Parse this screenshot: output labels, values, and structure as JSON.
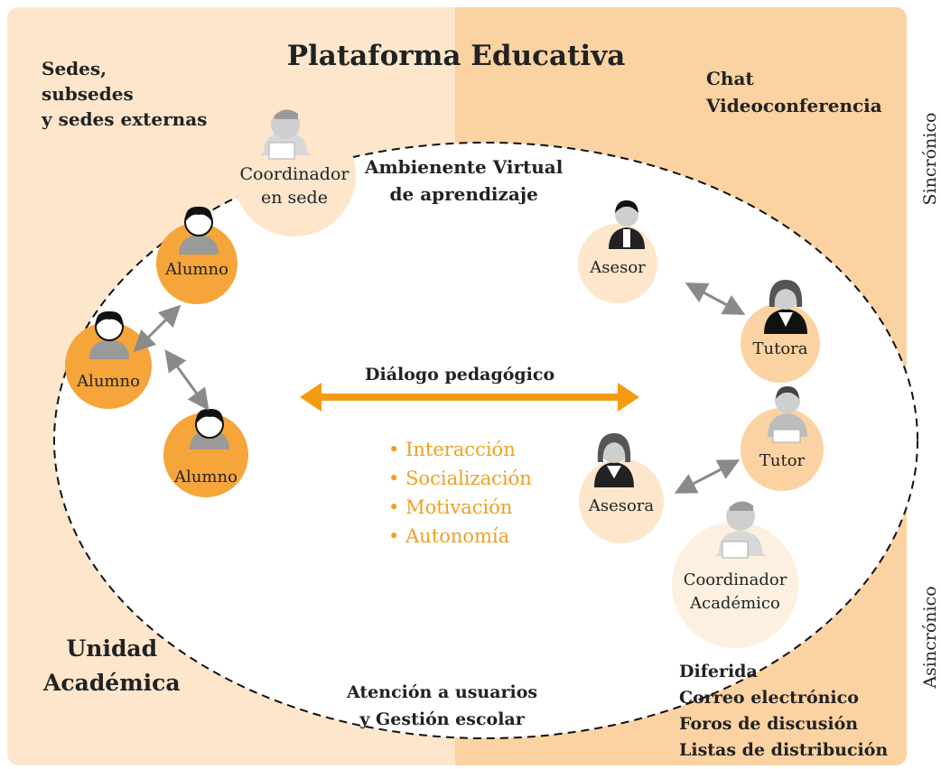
{
  "title": "Plataforma Educativa",
  "left_panel": {
    "sedes": [
      "Sedes,",
      "subsedes",
      "y sedes externas"
    ],
    "unidad": [
      "Unidad",
      "Académica"
    ]
  },
  "right_panel": {
    "sync_channels": [
      "Chat",
      "Videoconferencia"
    ],
    "async_channels": [
      "Diferida",
      "Correo electrónico",
      "Foros de discusión",
      "Listas de distribución"
    ]
  },
  "labels": {
    "sincronico": "Sincrónico",
    "asincronico": "Asincrónico"
  },
  "ava": [
    "Ambienente Virtual",
    "de aprendizaje"
  ],
  "dialogo": "Diálogo pedagógico",
  "bullets": [
    "Interacción",
    "Socialización",
    "Motivación",
    "Autonomía"
  ],
  "atencion": [
    "Atención a usuarios",
    "y Gestión escolar"
  ],
  "actors": {
    "coordinador_sede": [
      "Coordinador",
      "en sede"
    ],
    "alumno_top": "Alumno",
    "alumno_left": "Alumno",
    "alumno_bottom": "Alumno",
    "asesor": "Asesor",
    "tutora": "Tutora",
    "tutor": "Tutor",
    "asesora": "Asesora",
    "coordinador_academico": [
      "Coordinador",
      "Académico"
    ]
  },
  "colors": {
    "left_panel": "#fde6cc",
    "right_panel": "#fbd3a2",
    "student_circle": "#f5a53a",
    "staff_circle": "#fde6cc",
    "accent_arrow": "#f39c12",
    "bullet_text": "#f0a020",
    "connector_arrow": "#8a8a8a"
  }
}
